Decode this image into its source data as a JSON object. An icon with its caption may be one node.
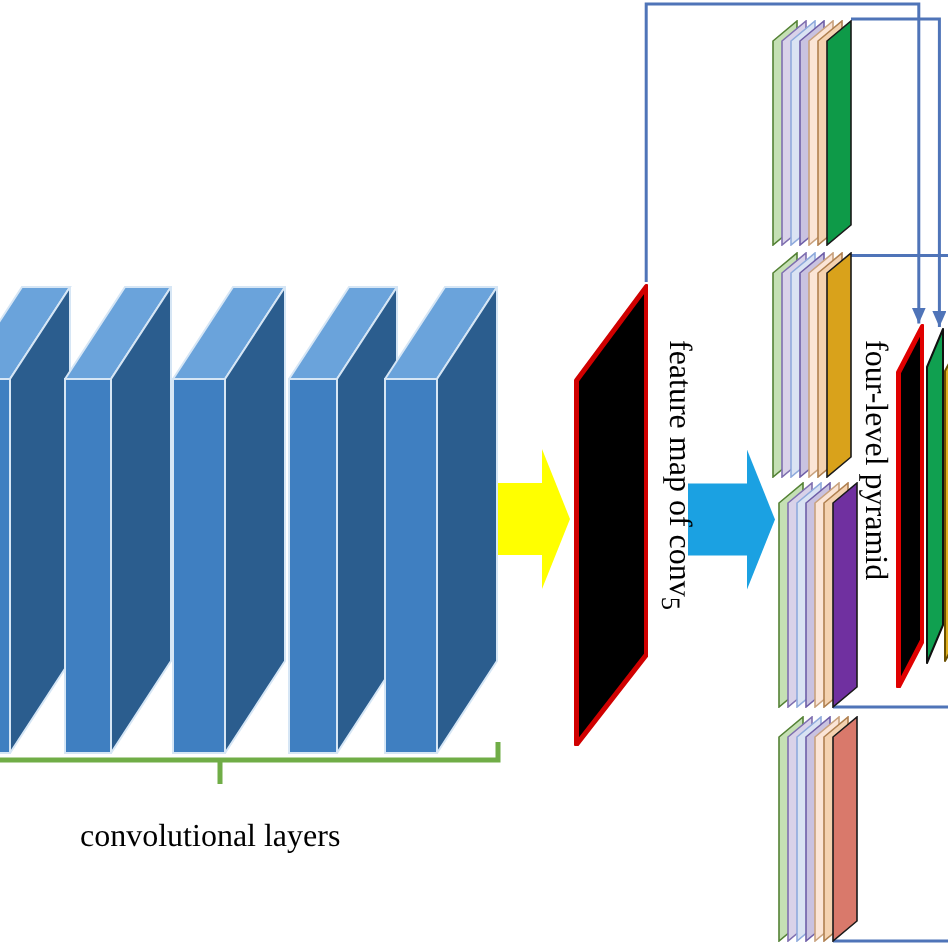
{
  "diagram": {
    "nodes": [
      {
        "text": [],
        "shape": "box"
      },
      {
        "text": [],
        "shape": "box"
      },
      {
        "text": [],
        "shape": "box"
      },
      {
        "text": [],
        "shape": "box"
      },
      {
        "text": [],
        "shape": "box"
      },
      {
        "text": [],
        "shape": "box",
        "beside": [
          "feature map of conv$_{5}$"
        ]
      },
      {
        "text": [],
        "shape": "box"
      },
      {
        "text": [],
        "shape": "box"
      },
      {
        "text": [],
        "shape": "box"
      },
      {
        "text": [],
        "shape": "box"
      },
      {
        "text": [],
        "shape": "box"
      },
      {
        "text": [],
        "shape": "box"
      },
      {
        "text": [],
        "shape": "box"
      }
    ],
    "edges": [
      {
        "from": 4,
        "to": 5,
        "arrow": "to",
        "style": "thick",
        "color": "#ffff00"
      },
      {
        "from": 5,
        "to": 8,
        "arrow": "to",
        "style": "thick",
        "color": "#1ba1e2"
      },
      {
        "from": 5,
        "to": 10,
        "arrow": "to"
      },
      {
        "from": 6,
        "to": 11,
        "arrow": "to"
      },
      {
        "from": 7,
        "to": null,
        "arrow": "none"
      },
      {
        "from": 8,
        "to": null,
        "arrow": "none"
      },
      {
        "from": 9,
        "to": null,
        "arrow": "none"
      }
    ],
    "labels": [
      "convolutional layers",
      "four-level pyramid"
    ]
  }
}
